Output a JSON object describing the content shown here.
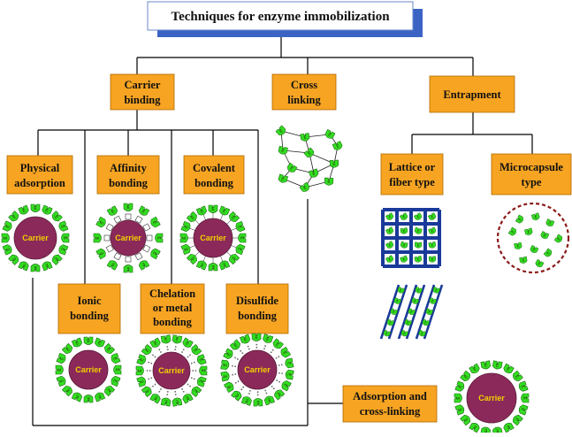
{
  "title": "Techniques for enzyme immobilization",
  "boxes": {
    "carrier_binding": [
      "Carrier",
      "binding"
    ],
    "cross_linking": [
      "Cross",
      "linking"
    ],
    "entrapment": [
      "Entrapment"
    ],
    "physical_adsorption": [
      "Physical",
      "adsorption"
    ],
    "affinity_bonding": [
      "Affinity",
      "bonding"
    ],
    "covalent_bonding": [
      "Covalent",
      "bonding"
    ],
    "lattice_fiber": [
      "Lattice or",
      "fiber type"
    ],
    "microcapsule": [
      "Microcapsule",
      "type"
    ],
    "ionic_bonding": [
      "Ionic",
      "bonding"
    ],
    "chelation": [
      "Chelation",
      "or metal",
      "bonding"
    ],
    "disulfide": [
      "Disulfide",
      "bonding"
    ],
    "adsorption_crosslinking": [
      "Adsorption and",
      "cross-linking"
    ]
  },
  "carrier_label": "Carrier",
  "enzyme_label": "E",
  "colors": {
    "box_fill": "#f7a422",
    "title_shadow": "#3a63c4",
    "carrier": "#8b2a5a",
    "carrier_text": "#f2d000",
    "enzyme": "#33dd22",
    "lattice": "#1a3a99",
    "capsule_border": "#8b1a1a"
  }
}
